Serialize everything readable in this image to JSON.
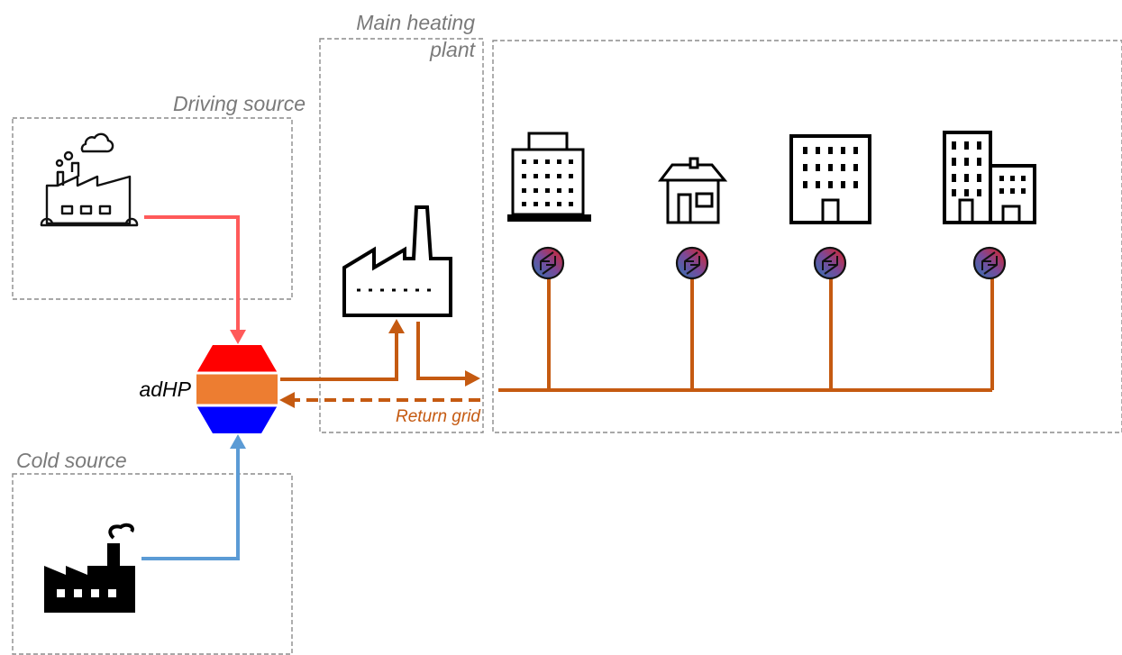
{
  "labels": {
    "driving_source": "Driving source",
    "main_heating_plant_line1": "Main heating",
    "main_heating_plant_line2": "plant",
    "cold_source": "Cold source",
    "adhp": "adHP",
    "return_grid": "Return grid"
  },
  "colors": {
    "hot_line": "#ff5a5a",
    "cold_line": "#5b9bd5",
    "grid_line": "#c55a11",
    "adhp_top": "#ff0000",
    "adhp_middle": "#ed7d31",
    "adhp_bottom": "#0000ff",
    "box_border": "#8c8c8c",
    "box_label": "#7a7a7a"
  },
  "icons": {
    "driving_source": "factory-outline-icon",
    "cold_source": "factory-solid-icon",
    "main_plant": "factory-plant-icon",
    "consumers": [
      "office-tower-icon",
      "house-icon",
      "apartment-building-icon",
      "building-complex-icon"
    ],
    "substation": "heat-exchanger-icon"
  }
}
